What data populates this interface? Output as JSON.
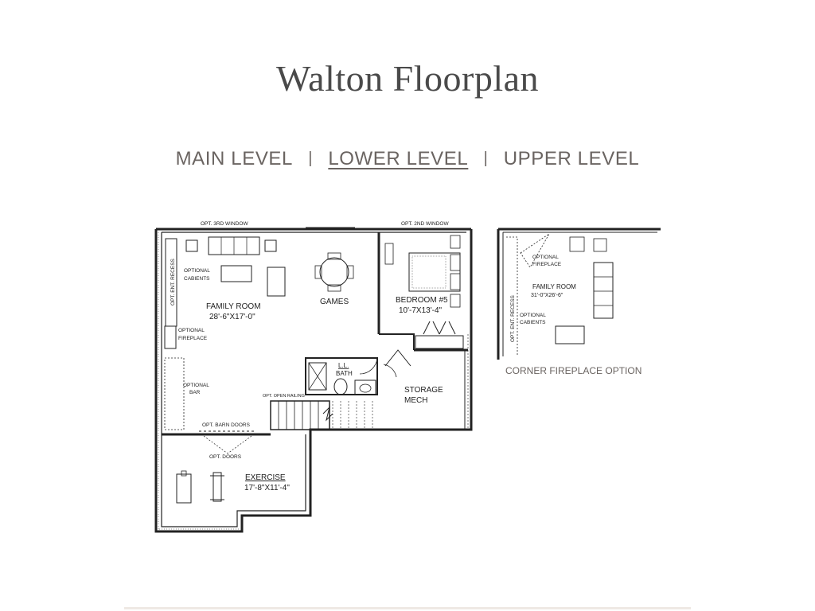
{
  "page_title": "Walton Floorplan",
  "nav": {
    "tabs": [
      {
        "label": "MAIN LEVEL",
        "active": false
      },
      {
        "label": "LOWER LEVEL",
        "active": true
      },
      {
        "label": "UPPER LEVEL",
        "active": false
      }
    ],
    "separator": "|"
  },
  "plan": {
    "opt_3rd_window": "OPT. 3RD WINDOW",
    "opt_2nd_window": "OPT. 2ND WINDOW",
    "opt_ent_recess": "OPT. ENT. RECESS",
    "optional_cabients": [
      "OPTIONAL",
      "CABIENTS"
    ],
    "family_room": {
      "name": "FAMILY ROOM",
      "size": "28'-6\"X17'-0\""
    },
    "games": "GAMES",
    "optional_fireplace": [
      "OPTIONAL",
      "FIREPLACE"
    ],
    "optional_bar": [
      "OPTIONAL",
      "BAR"
    ],
    "bedroom": {
      "name": "BEDROOM #5",
      "size": "10'-7X13'-4\""
    },
    "ll_bath": [
      "L.L.",
      "BATH"
    ],
    "storage_mech": [
      "STORAGE",
      "MECH"
    ],
    "opt_open_railing": "OPT. OPEN RAILING",
    "opt_barn_doors": "OPT. BARN DOORS",
    "opt_doors": "OPT. DOORS",
    "exercise": {
      "name": "EXERCISE",
      "size": "17'-8\"X11'-4\""
    }
  },
  "corner_option": {
    "caption": "CORNER FIREPLACE OPTION",
    "optional_fireplace": [
      "OPTIONAL",
      "FIREPLACE"
    ],
    "family_room": {
      "name": "FAMILY ROOM",
      "size": "31'-0\"X26'-6\""
    },
    "optional_cabients": [
      "OPTIONAL",
      "CABIENTS"
    ],
    "opt_ent_recess": "OPT. ENT. RECESS"
  },
  "colors": {
    "title": "#4a4a4a",
    "nav": "#6a6461",
    "wall": "#222222",
    "footer_line": "#efe9e4"
  }
}
